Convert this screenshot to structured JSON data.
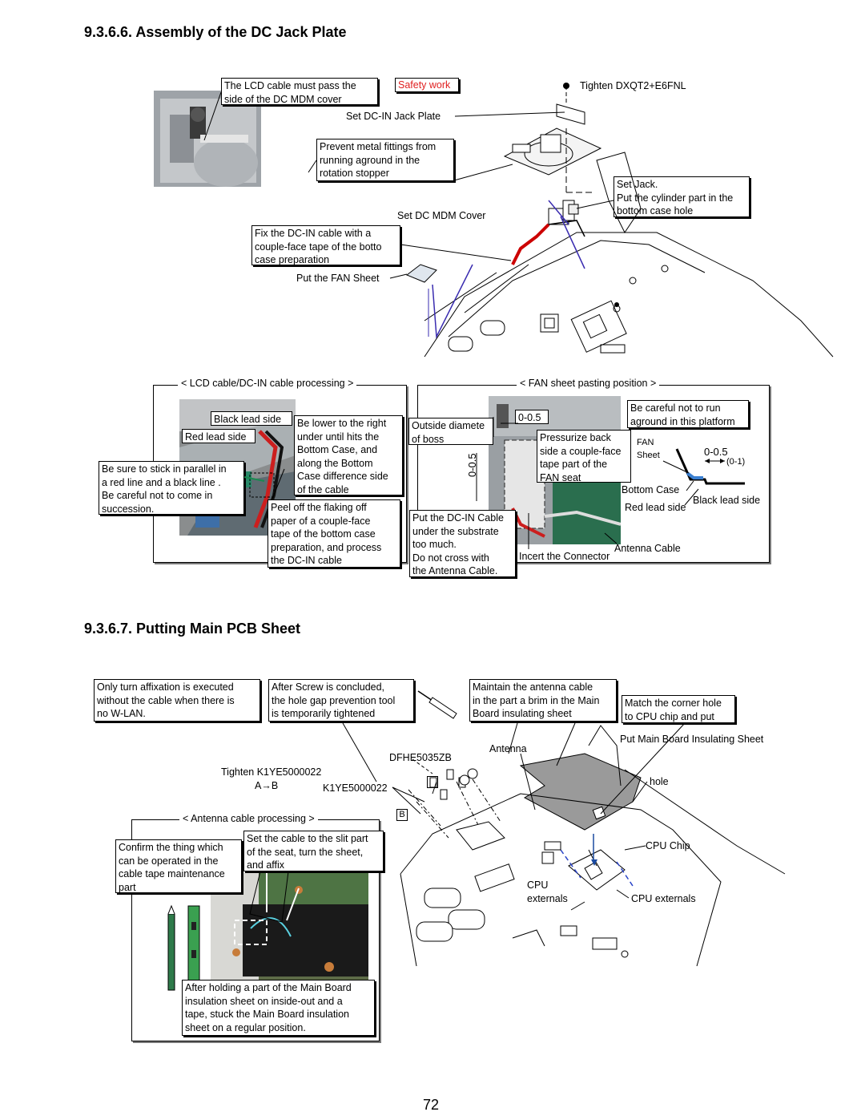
{
  "section1": {
    "title": "9.3.6.6. Assembly of the DC Jack Plate",
    "lcd_cable_note": "The LCD cable must pass the\nside of the DC MDM cover",
    "safety_label": "Safety work",
    "safety_color": "#e02020",
    "tighten_screw": "Tighten DXQT2+E6FNL",
    "set_jack_plate": "Set DC-IN Jack Plate",
    "prevent_note": "Prevent metal fittings from\nrunning aground in the\nrotation stopper",
    "set_jack_note": "Set Jack.\nPut the cylinder part in the\nbottom case hole",
    "set_mdm_cover": "Set DC MDM Cover",
    "fix_cable_note": "Fix the DC-IN cable with a\ncouple-face tape of the botto\ncase preparation",
    "put_fan_sheet": "Put the FAN Sheet"
  },
  "lcd_processing": {
    "title": "LCD cable/DC-IN cable processing",
    "black_lead": "Black lead side",
    "red_lead": "Red lead side",
    "lower_note": "Be lower to the right\nunder until hits the\nBottom Case, and\nalong the Bottom\nCase difference side\nof the cable",
    "parallel_note": "Be sure to stick in parallel in\na red line and a black line .\nBe careful not to come in\nsuccession.",
    "peel_note": "Peel off the flaking off\npaper of a couple-face\ntape of the bottom case\npreparation, and process\nthe DC-IN cable"
  },
  "fan_position": {
    "title": "FAN sheet pasting position",
    "outside_diameter": "Outside diamete\nof boss",
    "dim_top": "0-0.5",
    "dim_vertical": "0-0.5",
    "pressurize_note": "Pressurize back\nside a couple-face\ntape part of the\nFAN seat",
    "careful_note": "Be careful not to run\naground in this platform",
    "fan_label": "FAN",
    "sheet_label": "Sheet",
    "dim_right": "0-0.5",
    "dim_right_sub": "(0-1)",
    "bottom_case": "Bottom Case",
    "red_lead_side": "Red lead side",
    "black_lead_side": "Black lead side",
    "put_dc_cable_note": "Put the DC-IN Cable\nunder the substrate\ntoo much.\nDo not cross with\nthe Antenna Cable.",
    "incert_connector": "Incert the Connector",
    "antenna_cable": "Antenna Cable"
  },
  "section2": {
    "title": "9.3.6.7. Putting Main PCB Sheet",
    "affixation_note": "Only turn affixation is executed\nwithout the cable when there is\nno W-LAN.",
    "screw_note": "After Screw is concluded,\nthe hole gap prevention tool\nis temporarily tightened",
    "maintain_note": "Maintain the antenna cable\nin the part a brim in the Main\nBoard insulating sheet",
    "match_note": "Match the corner hole\nto CPU chip and put",
    "put_sheet": "Put Main Board Insulating Sheet",
    "dfhe": "DFHE5035ZB",
    "antenna": "Antenna",
    "tighten": "Tighten K1YE5000022",
    "a_to_b": "A→B",
    "k1ye": "K1YE5000022",
    "tag_a": "A",
    "tag_b": "B",
    "hole": "hole",
    "cpu_chip": "CPU Chip",
    "cpu_externals_left": "CPU\nexternals",
    "cpu_externals_right": "CPU externals"
  },
  "antenna_processing": {
    "title": "Antenna cable processing",
    "confirm_note": "Confirm the thing which\ncan be operated in the\ncable tape maintenance\npart",
    "slit_note": "Set the cable to the slit part\nof the seat, turn the sheet,\nand affix",
    "after_note": "After holding a part of the Main Board\ninsulation sheet on inside-out and a\ntape, stuck the Main Board insulation\nsheet  on a regular position."
  },
  "page_number": "72"
}
